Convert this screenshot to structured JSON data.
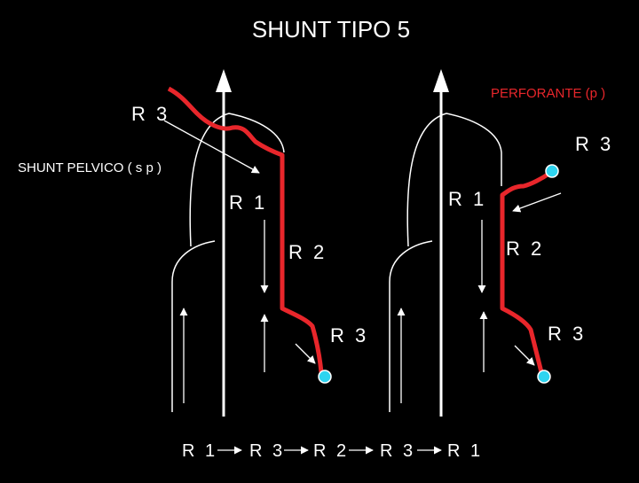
{
  "title": "SHUNT TIPO 5",
  "labels": {
    "r3_top_left": "R 3",
    "perforante": "PERFORANTE (p )",
    "r3_top_right": "R 3",
    "shunt_pelvico": "SHUNT PELVICO ( s p )",
    "r1_left": "R 1",
    "r1_right": "R 1",
    "r2_left": "R 2",
    "r2_right": "R 2",
    "r3_mid_left": "R 3",
    "r3_mid_right": "R 3"
  },
  "sequence": [
    "R 1",
    "R 3",
    "R 2",
    "R 3",
    "R 1"
  ],
  "colors": {
    "background": "#000000",
    "text": "#ffffff",
    "reflux_path": "#e8262b",
    "terminal_dot": "#2fd4f0"
  }
}
